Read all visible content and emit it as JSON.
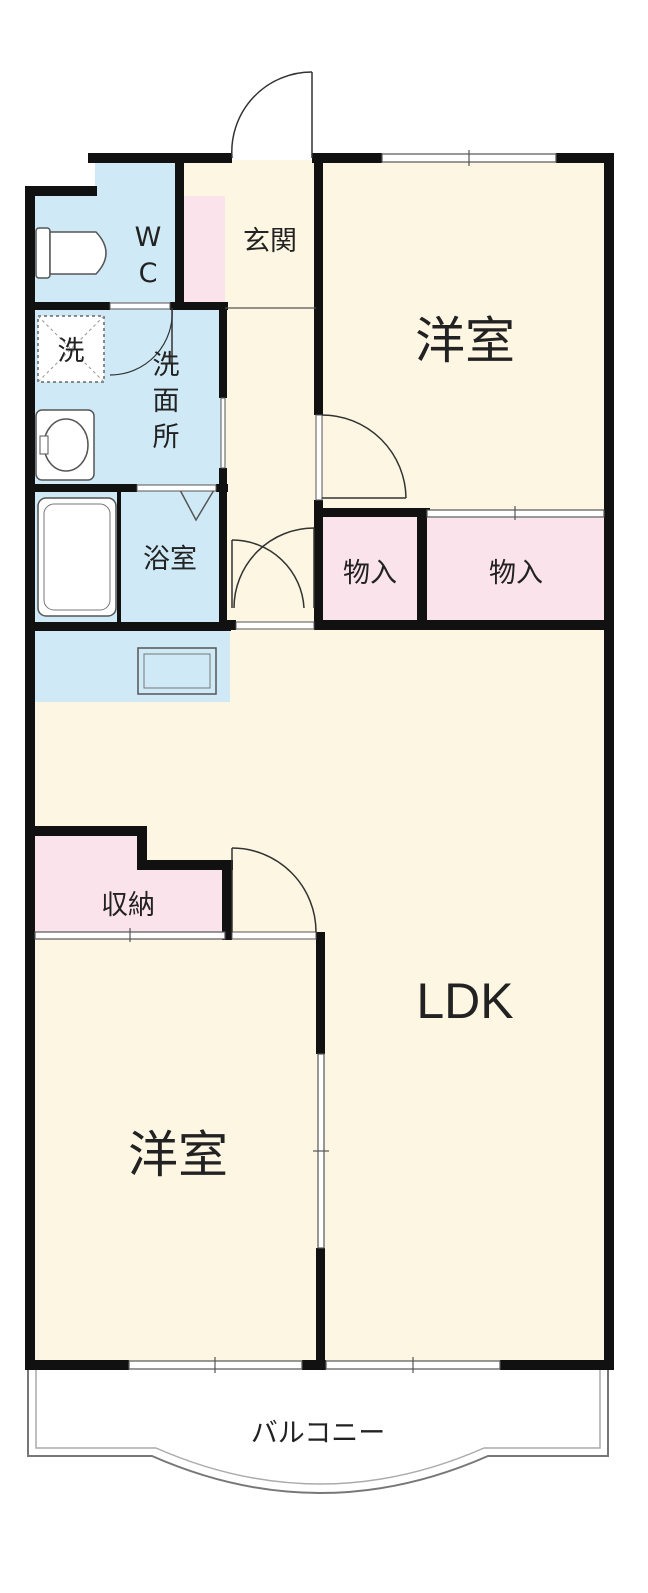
{
  "rooms": {
    "wc_w": "W",
    "wc_c": "C",
    "genkan": "玄関",
    "yoshitsu_north": "洋室",
    "washer": "洗",
    "senmen_1": "洗",
    "senmen_2": "面",
    "senmen_3": "所",
    "yokushitsu": "浴室",
    "monoire_1": "物入",
    "monoire_2": "物入",
    "shuno": "収納",
    "ldk": "LDK",
    "yoshitsu_south": "洋室",
    "balcony": "バルコニー"
  },
  "colors": {
    "wall": "#111111",
    "living": "#fdf6e3",
    "wet": "#cfeaf6",
    "storage": "#fbe3ec",
    "balcony": "#ffffff",
    "door_line": "#333333"
  }
}
